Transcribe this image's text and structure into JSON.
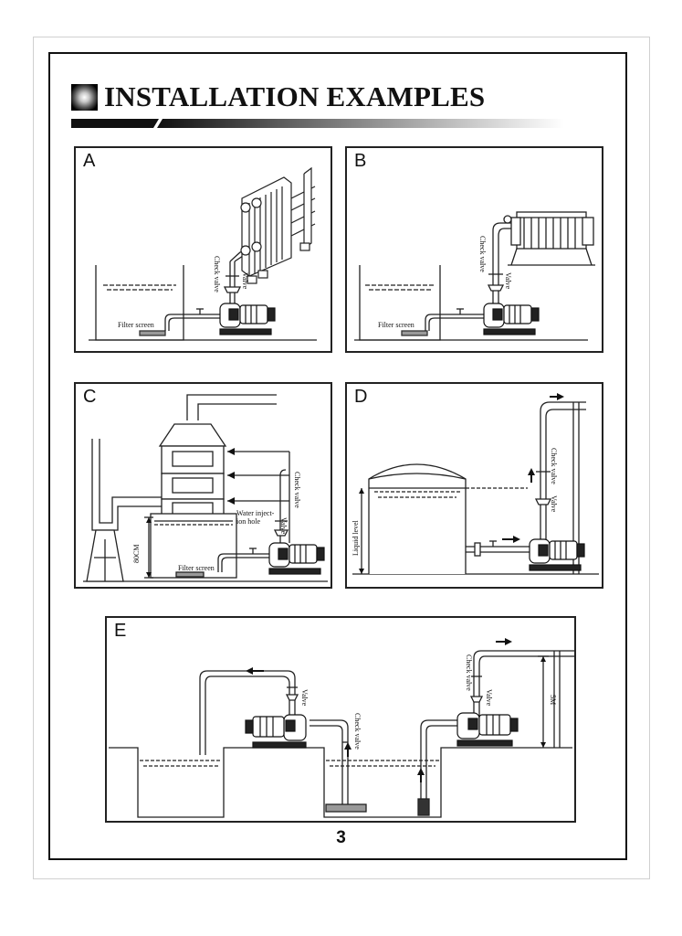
{
  "page": {
    "title": "INSTALLATION EXAMPLES",
    "page_number": "3"
  },
  "panels": {
    "a": {
      "label": "A",
      "check_valve": "Check valve",
      "valve": "Valve",
      "filter_screen": "Filter screen"
    },
    "b": {
      "label": "B",
      "check_valve": "Check valve",
      "valve": "Valve",
      "filter_screen": "Filter screen"
    },
    "c": {
      "label": "C",
      "check_valve": "Check valve",
      "valve": "Valve",
      "water_injection_line1": "Water inject-",
      "water_injection_line2": "ion hole",
      "height": "80CM",
      "filter_screen": "Filter screen"
    },
    "d": {
      "label": "D",
      "check_valve": "Check valve",
      "valve": "Valve",
      "liquid_level": "Liquid level"
    },
    "e": {
      "label": "E",
      "valve_left": "Valve",
      "check_valve_middle": "Check valve",
      "check_valve_right": "Check valve",
      "valve_right": "Valve",
      "height": "5M"
    }
  },
  "icons": {
    "title_icon": "gradient-square-icon",
    "pump": "pump-icon",
    "arrow": "arrow-icon"
  }
}
